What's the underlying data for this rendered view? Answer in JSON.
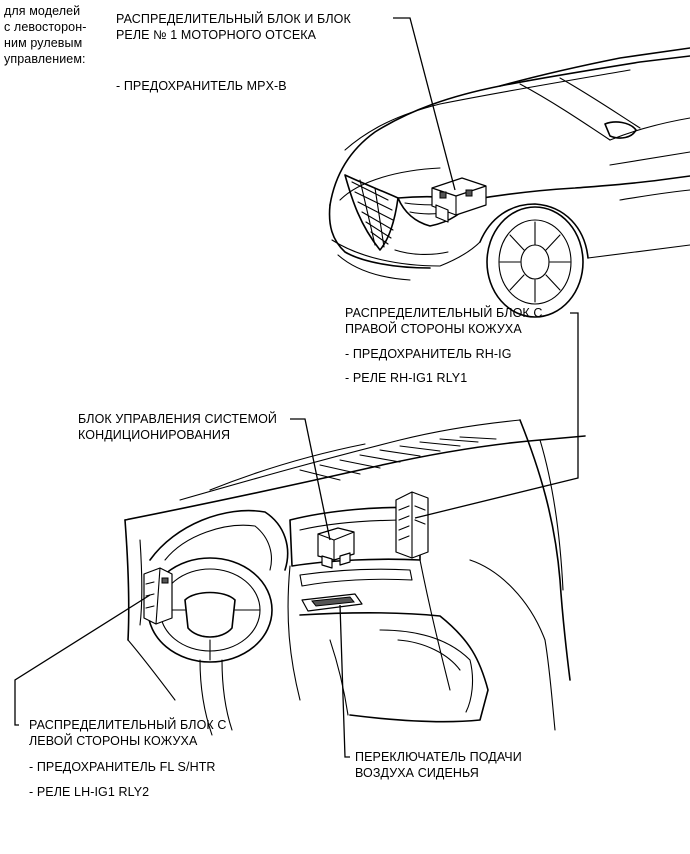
{
  "note": {
    "line1": "для моделей",
    "line2": "с левосторон-",
    "line3": "ним рулевым",
    "line4": "управлением:"
  },
  "engine_block": {
    "title_line1": "РАСПРЕДЕЛИТЕЛЬНЫЙ БЛОК И БЛОК",
    "title_line2": "РЕЛЕ № 1 МОТОРНОГО ОТСЕКА",
    "item1": "- ПРЕДОХРАНИТЕЛЬ MPX-B"
  },
  "right_block": {
    "title_line1": "РАСПРЕДЕЛИТЕЛЬНЫЙ БЛОК С",
    "title_line2": "ПРАВОЙ СТОРОНЫ КОЖУХА",
    "item1": "- ПРЕДОХРАНИТЕЛЬ RH-IG",
    "item2": "- РЕЛЕ RH-IG1 RLY1"
  },
  "ac_block": {
    "title_line1": "БЛОК УПРАВЛЕНИЯ СИСТЕМОЙ",
    "title_line2": "КОНДИЦИОНИРОВАНИЯ"
  },
  "left_block": {
    "title_line1": "РАСПРЕДЕЛИТЕЛЬНЫЙ БЛОК С",
    "title_line2": "ЛЕВОЙ СТОРОНЫ КОЖУХА",
    "item1": "- ПРЕДОХРАНИТЕЛЬ FL S/HTR",
    "item2": "- РЕЛЕ LH-IG1 RLY2"
  },
  "seat_switch": {
    "title_line1": "ПЕРЕКЛЮЧАТЕЛЬ ПОДАЧИ",
    "title_line2": "ВОЗДУХА СИДЕНЬЯ"
  }
}
